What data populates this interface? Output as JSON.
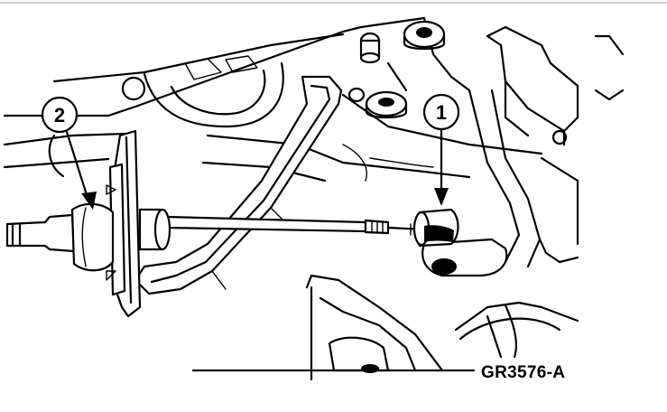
{
  "diagram": {
    "callouts": [
      {
        "id": "callout-1",
        "label": "1"
      },
      {
        "id": "callout-2",
        "label": "2"
      }
    ],
    "figure_code": "GR3576-A"
  }
}
